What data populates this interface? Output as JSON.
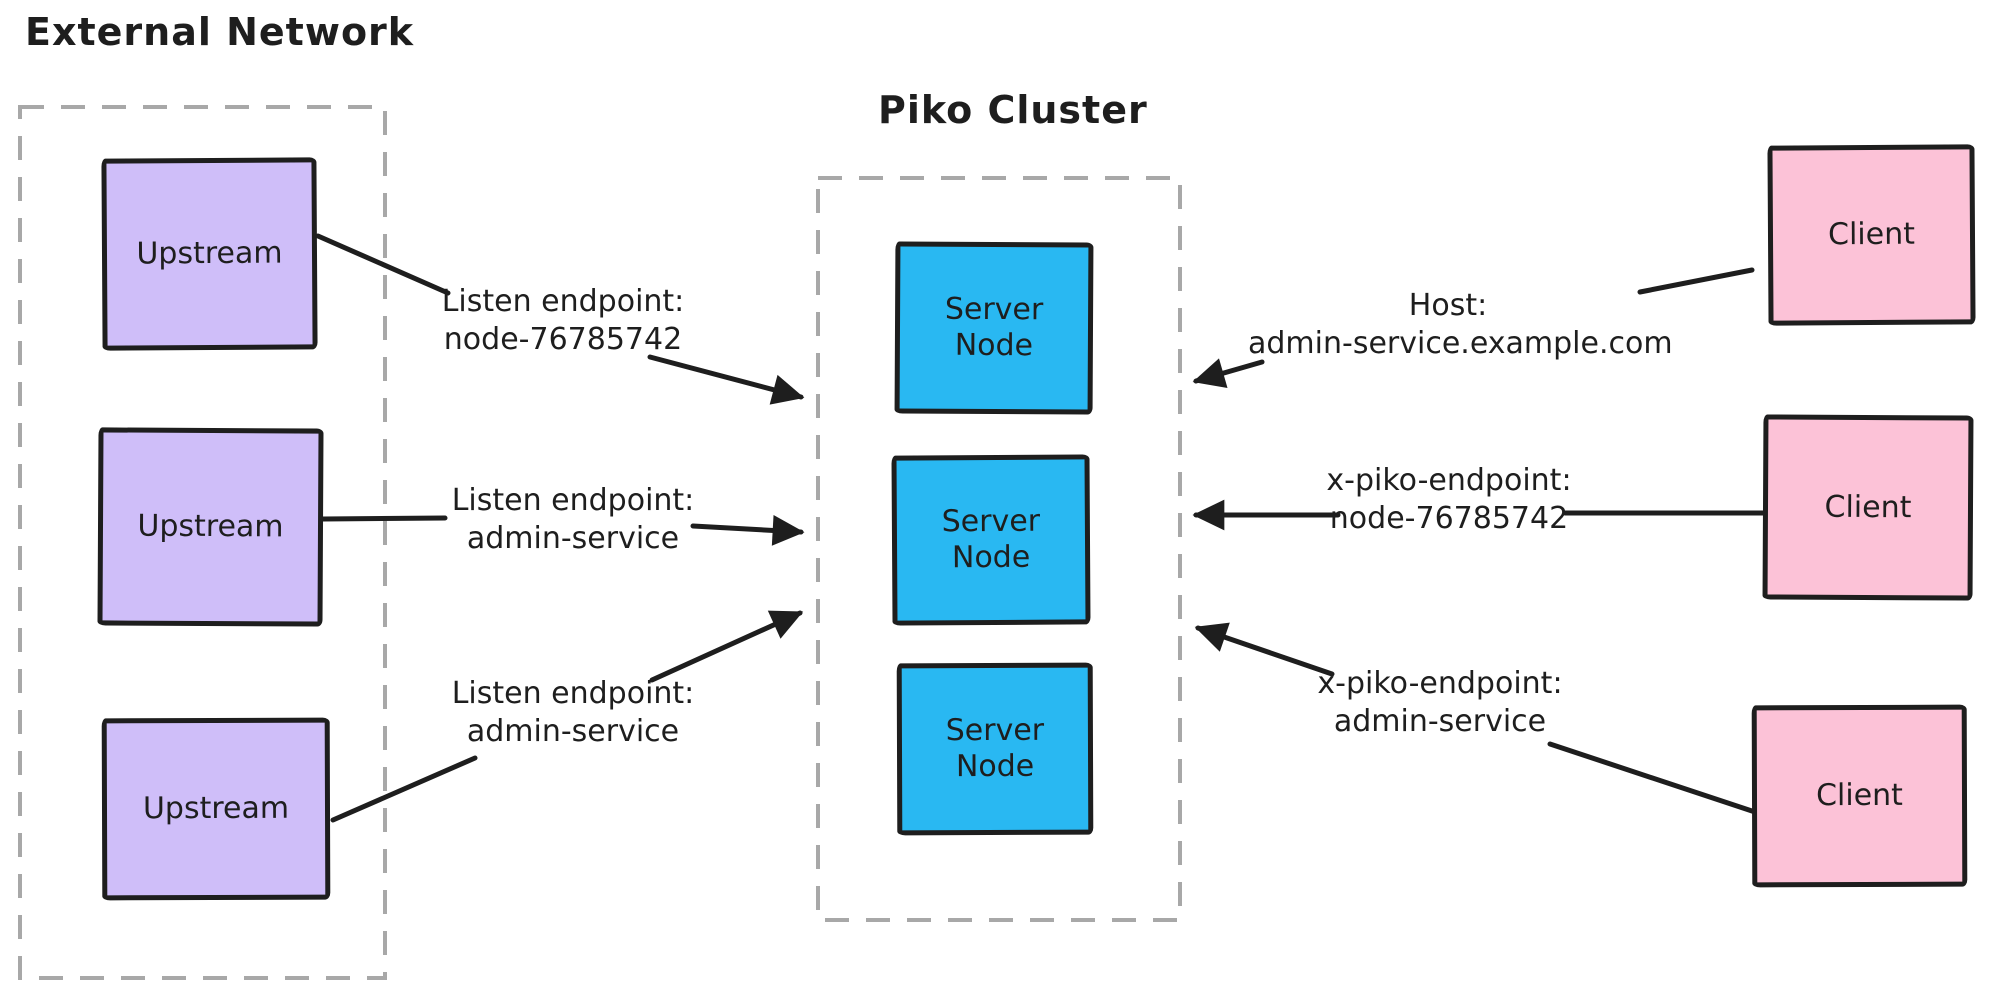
{
  "external_network": {
    "title": "External Network",
    "nodes": [
      {
        "label": "Upstream"
      },
      {
        "label": "Upstream"
      },
      {
        "label": "Upstream"
      }
    ]
  },
  "piko_cluster": {
    "title": "Piko Cluster",
    "nodes": [
      {
        "label": "Server Node"
      },
      {
        "label": "Server Node"
      },
      {
        "label": "Server Node"
      }
    ]
  },
  "clients": [
    {
      "label": "Client"
    },
    {
      "label": "Client"
    },
    {
      "label": "Client"
    }
  ],
  "connections": [
    {
      "from": "upstream-1",
      "to": "piko-cluster",
      "label_line1": "Listen endpoint:",
      "label_line2": "node-76785742"
    },
    {
      "from": "upstream-2",
      "to": "piko-cluster",
      "label_line1": "Listen endpoint:",
      "label_line2": "admin-service"
    },
    {
      "from": "upstream-3",
      "to": "piko-cluster",
      "label_line1": "Listen endpoint:",
      "label_line2": "admin-service"
    },
    {
      "from": "client-1",
      "to": "piko-cluster",
      "label_line1": "Host:",
      "label_line2": "admin-service.example.com"
    },
    {
      "from": "client-2",
      "to": "piko-cluster",
      "label_line1": "x-piko-endpoint:",
      "label_line2": "node-76785742"
    },
    {
      "from": "client-3",
      "to": "piko-cluster",
      "label_line1": "x-piko-endpoint:",
      "label_line2": "admin-service"
    }
  ],
  "colors": {
    "stroke": "#1e1e1e",
    "boundary": "#a8a8a8",
    "upstream_fill": "#cfbef9",
    "server_fill": "#29b8f2",
    "client_fill": "#fcc2d7"
  }
}
